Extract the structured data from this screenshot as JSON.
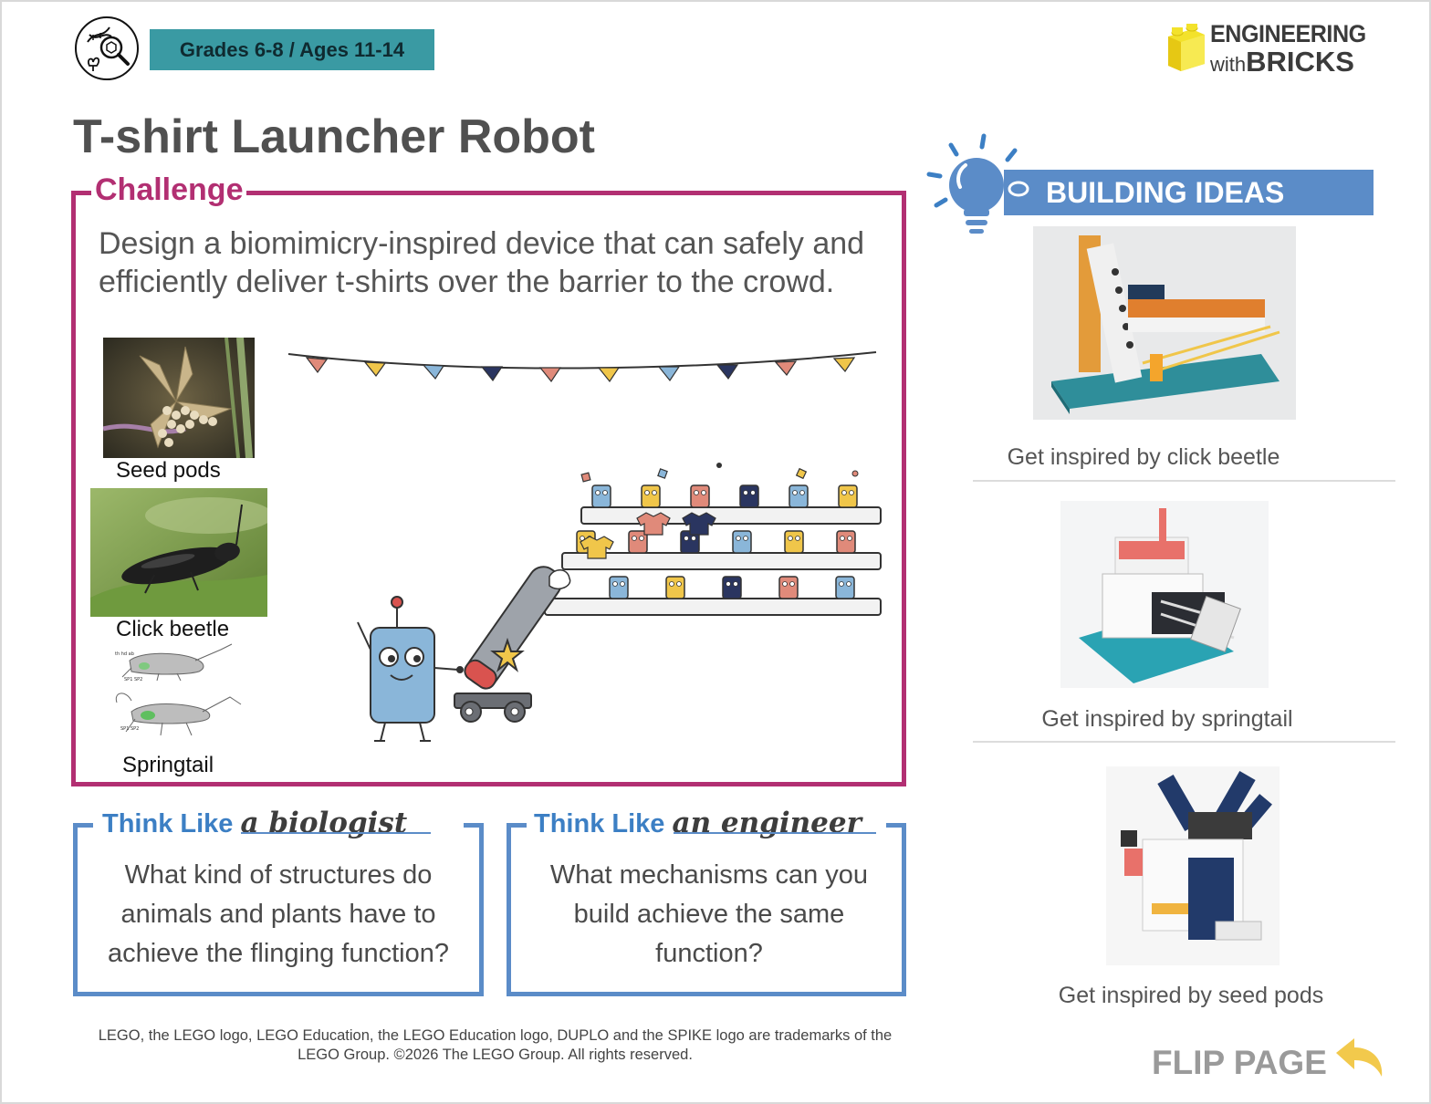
{
  "header": {
    "grade_badge": "Grades 6-8 / Ages 11-14",
    "brand_line1": "ENGINEERING",
    "brand_with": "with",
    "brand_bricks": "BRICKS",
    "topic_icon": "biology-magnifier-icon"
  },
  "title": "T-shirt Launcher Robot",
  "challenge": {
    "label": "Challenge",
    "text": "Design a biomimicry-inspired device that can safely and efficiently deliver t-shirts over the barrier to the crowd.",
    "organisms": [
      {
        "caption": "Seed pods"
      },
      {
        "caption": "Click beetle"
      },
      {
        "caption": "Springtail"
      }
    ],
    "colors": {
      "magenta": "#b22f72",
      "robot_blue": "#8ab6d9"
    }
  },
  "think": [
    {
      "prefix": "Think Like",
      "role": "a  biologist",
      "question": "What kind of structures do animals and plants have to achieve the flinging function?"
    },
    {
      "prefix": "Think Like",
      "role": "an  engineer",
      "question": "What mechanisms can you build achieve the same function?"
    }
  ],
  "ideas": {
    "banner": "BUILDING IDEAS",
    "icon": "lightbulb-icon",
    "items": [
      {
        "caption": "Get inspired by click beetle"
      },
      {
        "caption": "Get inspired by springtail"
      },
      {
        "caption": "Get inspired by seed pods"
      }
    ]
  },
  "footer": {
    "legal": "LEGO, the LEGO logo, LEGO Education, the LEGO Education logo, DUPLO and the SPIKE logo are trademarks of the LEGO Group. ©2026 The LEGO Group. All rights reserved."
  },
  "flip": {
    "label": "FLIP PAGE",
    "icon": "flip-arrow-icon"
  }
}
